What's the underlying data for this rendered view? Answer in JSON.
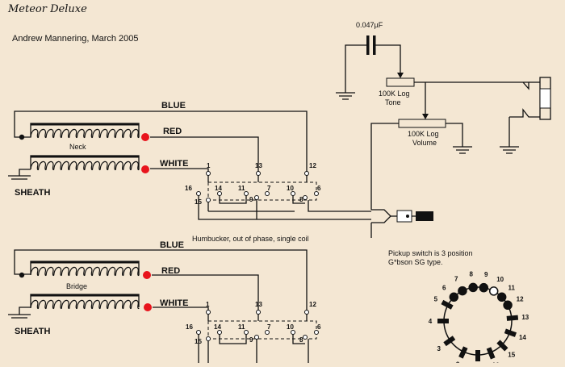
{
  "title": "Meteor Deluxe",
  "author": "Andrew Mannering, March 2005",
  "capacitor_label": "0.047µF",
  "tone_label": [
    "100K Log",
    "Tone"
  ],
  "volume_label": [
    "100K Log",
    "Volume"
  ],
  "neck": {
    "label": "Neck",
    "wire_blue": "BLUE",
    "wire_red": "RED",
    "wire_white": "WHITE",
    "sheath": "SHEATH",
    "terminals": [
      "1",
      "13",
      "12",
      "16",
      "14",
      "11",
      "7",
      "10",
      "6",
      "15",
      "9",
      "8"
    ]
  },
  "bridge": {
    "label": "Bridge",
    "wire_blue": "BLUE",
    "wire_red": "RED",
    "wire_white": "WHITE",
    "sheath": "SHEATH",
    "terminals": [
      "1",
      "13",
      "12",
      "16",
      "14",
      "11",
      "7",
      "10",
      "6",
      "15",
      "9",
      "8"
    ]
  },
  "humbucker_note": "Humbucker, out of phase, single coil",
  "switch_note": [
    "Pickup switch is 3 position",
    "G*bson SG type."
  ],
  "switch_numbers": [
    "5",
    "6",
    "7",
    "8",
    "9",
    "10",
    "11",
    "12",
    "13",
    "14",
    "15",
    "16",
    "1",
    "2",
    "3",
    "4"
  ],
  "colors": {
    "background": "#f4e7d3",
    "ink": "#111111",
    "hot_dot": "#e8141c"
  }
}
